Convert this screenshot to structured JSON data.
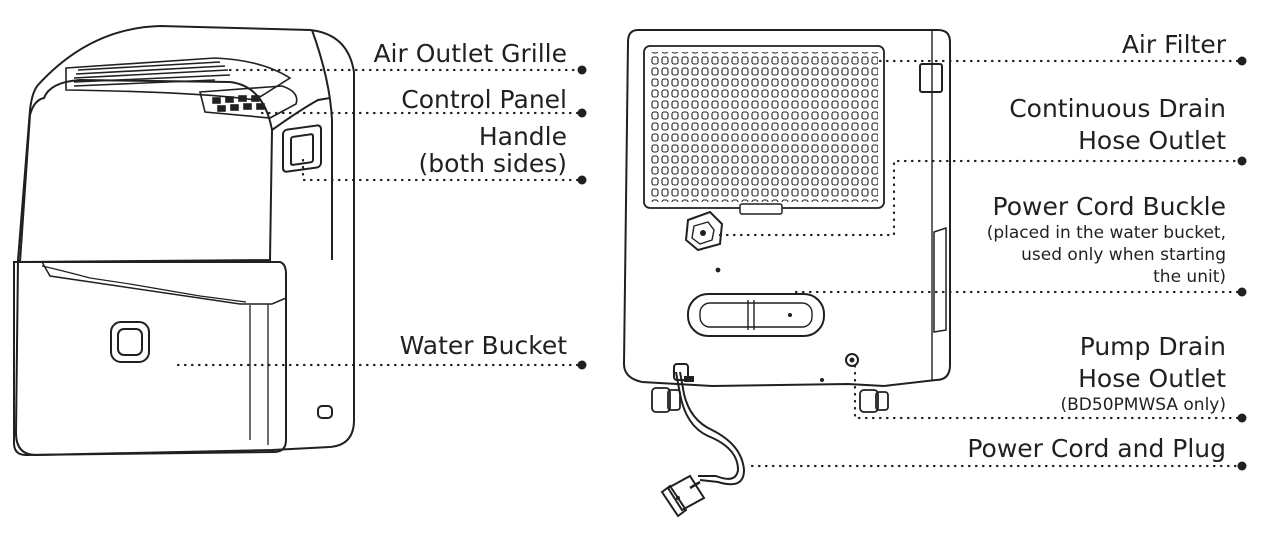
{
  "front_labels": {
    "air_outlet_grille": "Air Outlet Grille",
    "control_panel": "Control Panel",
    "handle_line1": "Handle",
    "handle_line2": "(both sides)",
    "water_bucket": "Water Bucket"
  },
  "back_labels": {
    "air_filter": "Air Filter",
    "drain_line1": "Continuous Drain",
    "drain_line2": "Hose Outlet",
    "buckle_title": "Power Cord Buckle",
    "buckle_note1": "(placed in the water bucket,",
    "buckle_note2": "used only when starting",
    "buckle_note3": "the unit)",
    "pump_line1": "Pump Drain",
    "pump_line2": "Hose Outlet",
    "pump_note": "(BD50PMWSA only)",
    "power_cord": "Power Cord and Plug"
  },
  "colors": {
    "ink": "#231f20",
    "background": "#ffffff"
  }
}
